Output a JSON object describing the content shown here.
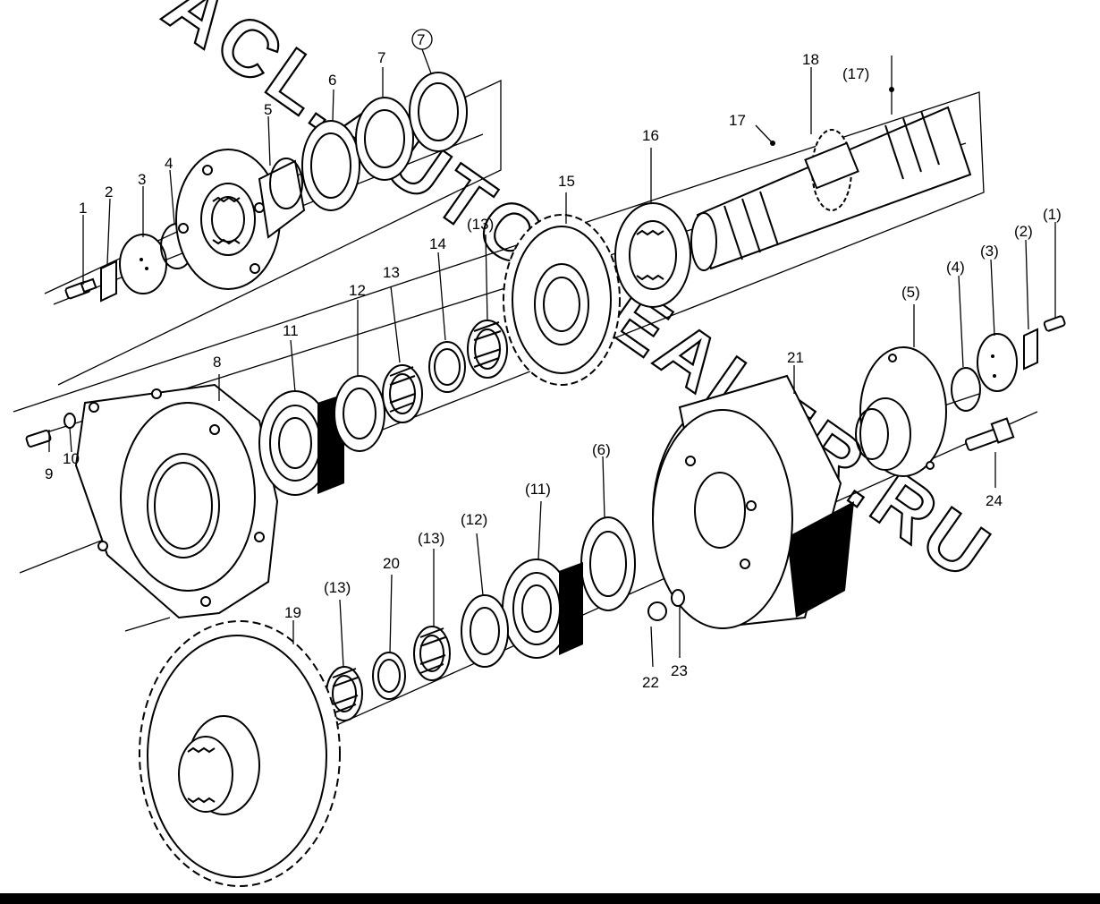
{
  "watermark": "ACL.AUTO-DEALER.RU",
  "labels": {
    "l1": "1",
    "l2": "2",
    "l3": "3",
    "l4": "4",
    "l5": "5",
    "l6": "6",
    "l7": "7",
    "l8": "8",
    "l9": "9",
    "l10": "10",
    "l11": "11",
    "l12": "12",
    "l13": "13",
    "l14": "14",
    "l15": "15",
    "l16": "16",
    "l17": "17",
    "l18": "18",
    "l19": "19",
    "l20": "20",
    "l21": "21",
    "l22": "22",
    "l23": "23",
    "l24": "24",
    "p1": "(1)",
    "p2": "(2)",
    "p3": "(3)",
    "p4": "(4)",
    "p5": "(5)",
    "p6": "(6)",
    "p11": "(11)",
    "p12": "(12)",
    "p13a": "(13)",
    "p13b": "(13)",
    "p13c": "(13)",
    "p17": "(17)"
  }
}
